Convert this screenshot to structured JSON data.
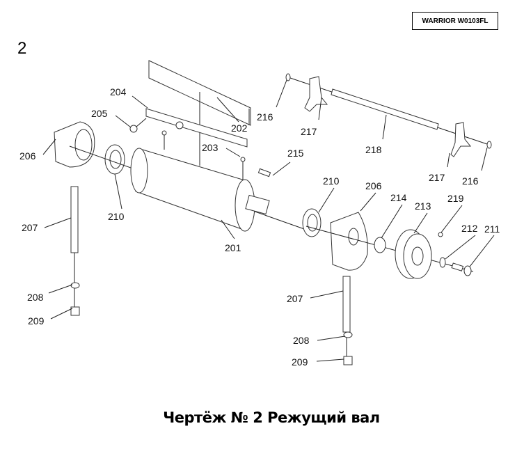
{
  "header": {
    "model": "WARRIOR W0103FL",
    "figure_number": "2"
  },
  "caption": "Чертёж № 2 Режущий вал",
  "parts": {
    "p201": "201",
    "p202": "202",
    "p203": "203",
    "p204": "204",
    "p205": "205",
    "p206a": "206",
    "p206b": "206",
    "p207a": "207",
    "p207b": "207",
    "p208a": "208",
    "p208b": "208",
    "p209a": "209",
    "p209b": "209",
    "p210a": "210",
    "p210b": "210",
    "p211": "211",
    "p212": "212",
    "p213": "213",
    "p214": "214",
    "p215": "215",
    "p216a": "216",
    "p216b": "216",
    "p217a": "217",
    "p217b": "217",
    "p218": "218",
    "p219": "219"
  }
}
